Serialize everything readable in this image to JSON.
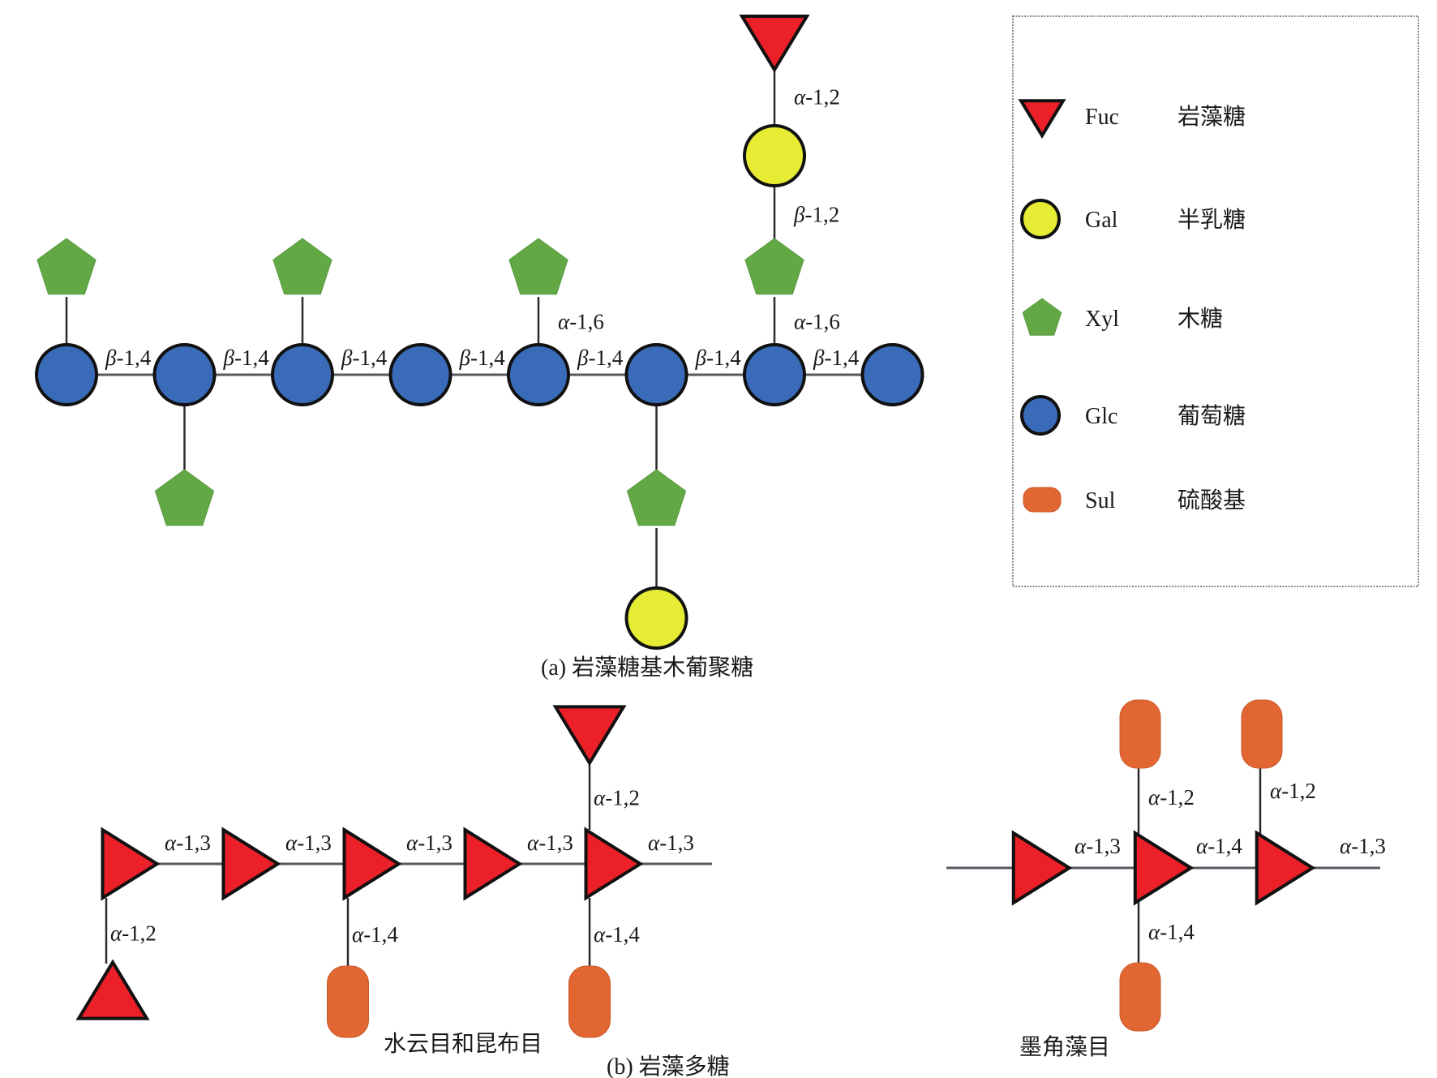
{
  "colors": {
    "fuc": "#ec2028",
    "gal": "#e5ec33",
    "xyl": "#62a946",
    "glc": "#3a6bb9",
    "sul": "#e26632",
    "outline": "#111111"
  },
  "legend": {
    "items": [
      {
        "symbol": "triangle-down",
        "type": "fuc",
        "code": "Fuc",
        "name": "岩藻糖"
      },
      {
        "symbol": "circle",
        "type": "gal",
        "code": "Gal",
        "name": "半乳糖"
      },
      {
        "symbol": "pentagon",
        "type": "xyl",
        "code": "Xyl",
        "name": "木糖"
      },
      {
        "symbol": "circle",
        "type": "glc",
        "code": "Glc",
        "name": "葡萄糖"
      },
      {
        "symbol": "capsule",
        "type": "sul",
        "code": "Sul",
        "name": "硫酸基"
      }
    ]
  },
  "panel_a": {
    "caption": "(a) 岩藻糖基木葡聚糖",
    "backbone": {
      "residue": "glc",
      "count": 8,
      "links": [
        "β-1,4",
        "β-1,4",
        "β-1,4",
        "β-1,4",
        "β-1,4",
        "β-1,4",
        "β-1,4"
      ]
    },
    "branches": [
      {
        "at": 0,
        "side": "up",
        "chain": [
          "xyl"
        ],
        "labels": [
          ""
        ]
      },
      {
        "at": 1,
        "side": "down",
        "chain": [
          "xyl"
        ],
        "labels": [
          ""
        ]
      },
      {
        "at": 2,
        "side": "up",
        "chain": [
          "xyl"
        ],
        "labels": [
          ""
        ]
      },
      {
        "at": 4,
        "side": "up",
        "chain": [
          "xyl"
        ],
        "labels": [
          "α-1,6"
        ]
      },
      {
        "at": 5,
        "side": "down",
        "chain": [
          "xyl",
          "gal"
        ],
        "labels": [
          "",
          ""
        ]
      },
      {
        "at": 6,
        "side": "up",
        "chain": [
          "xyl",
          "gal",
          "fuc"
        ],
        "labels": [
          "α-1,6",
          "β-1,2",
          "α-1,2"
        ]
      }
    ]
  },
  "panel_b": {
    "caption": "(b) 岩藻多糖",
    "left": {
      "caption": "水云目和昆布目",
      "backbone": {
        "residue": "fuc",
        "count": 5,
        "links": [
          "α-1,3",
          "α-1,3",
          "α-1,3",
          "α-1,3"
        ],
        "trailing_link": "α-1,3"
      },
      "branches": [
        {
          "at": 0,
          "side": "down",
          "residue": "fuc",
          "label": "α-1,2"
        },
        {
          "at": 2,
          "side": "down",
          "residue": "sul",
          "label": "α-1,4"
        },
        {
          "at": 4,
          "side": "up",
          "residue": "fuc",
          "label": "α-1,2"
        },
        {
          "at": 4,
          "side": "down",
          "residue": "sul",
          "label": "α-1,4"
        }
      ]
    },
    "right": {
      "caption": "墨角藻目",
      "backbone": {
        "residue": "fuc",
        "count": 3,
        "links": [
          "α-1,3",
          "α-1,4"
        ],
        "trailing_link": "α-1,3"
      },
      "branches": [
        {
          "at": 1,
          "side": "up",
          "residue": "sul",
          "label": "α-1,2"
        },
        {
          "at": 1,
          "side": "down",
          "residue": "sul",
          "label": "α-1,4"
        },
        {
          "at": 2,
          "side": "up",
          "residue": "sul",
          "label": "α-1,2"
        }
      ]
    }
  }
}
